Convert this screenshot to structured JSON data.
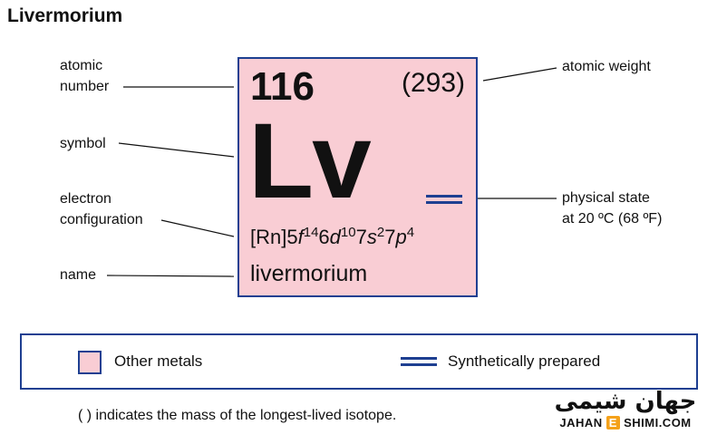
{
  "title": "Livermorium",
  "element": {
    "atomic_number": "116",
    "atomic_weight": "(293)",
    "symbol": "Lv",
    "name": "livermorium",
    "configuration": {
      "core": "[Rn]",
      "f_n": "5",
      "f_letter": "f",
      "f_sup": "14",
      "d_n": "6",
      "d_letter": "d",
      "d_sup": "10",
      "s_n": "7",
      "s_letter": "s",
      "s_sup": "2",
      "p_n": "7",
      "p_letter": "p",
      "p_sup": "4"
    },
    "tile_color": "#f9cdd4",
    "border_color": "#1e3f91"
  },
  "callouts": {
    "atomic_number_line1": "atomic",
    "atomic_number_line2": "number",
    "symbol": "symbol",
    "config_line1": "electron",
    "config_line2": "configuration",
    "name": "name",
    "atomic_weight": "atomic weight",
    "state_line1": "physical state",
    "state_line2": "at 20 ºC (68 ºF)"
  },
  "legend": {
    "metals_label": "Other metals",
    "synthetic_label": "Synthetically prepared"
  },
  "footnote": "( ) indicates the mass of the longest-lived isotope.",
  "logo": {
    "arabic": "جهان شیمی",
    "latin_before": "JAHAN",
    "latin_e": "E",
    "latin_after": "SHIMI.COM"
  }
}
